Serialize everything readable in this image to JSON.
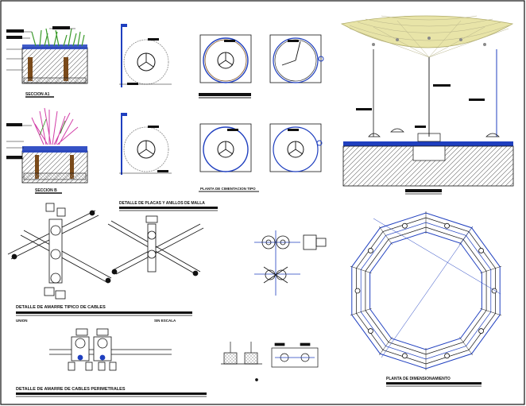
{
  "labels": {
    "seccion_a": "SECCION A1",
    "seccion_b": "SECCION B",
    "planta_cimentacion": "PLANTA DE CIMENTACION TIPO",
    "detalle_placas": "DETALLE DE PLACAS Y ANILLOS DE MALLA",
    "detalle_amarre_tipico": "DETALLE DE AMARRE TIPICO DE CABLES",
    "union": "UNION",
    "sin_escala": "SIN ESCALA",
    "detalle_amarre_perimetrales": "DETALLE DE AMARRE DE CABLES PERIMETRALES",
    "planta_dimensionamiento": "PLANTA DE DIMENSIONAMIENTO"
  },
  "colors": {
    "line": "#111111",
    "blue": "#1f3fbf",
    "soil": "#555555",
    "grass": "#3a9a2a",
    "plant_magenta": "#d23fa8",
    "canopy": "#c8c87a",
    "frame": "#111111"
  }
}
